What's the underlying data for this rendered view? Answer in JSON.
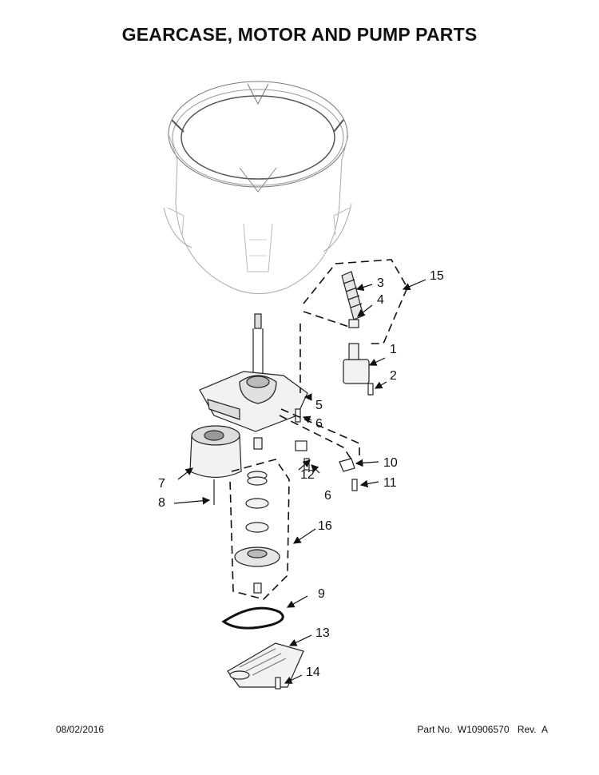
{
  "title": "GEARCASE, MOTOR AND PUMP PARTS",
  "callouts": [
    {
      "id": "1",
      "label": "1"
    },
    {
      "id": "2",
      "label": "2"
    },
    {
      "id": "3",
      "label": "3"
    },
    {
      "id": "4",
      "label": "4"
    },
    {
      "id": "5",
      "label": "5"
    },
    {
      "id": "6a",
      "label": "6"
    },
    {
      "id": "6b",
      "label": "6"
    },
    {
      "id": "7",
      "label": "7"
    },
    {
      "id": "8",
      "label": "8"
    },
    {
      "id": "9",
      "label": "9"
    },
    {
      "id": "10",
      "label": "10"
    },
    {
      "id": "11",
      "label": "11"
    },
    {
      "id": "12",
      "label": "12"
    },
    {
      "id": "13",
      "label": "13"
    },
    {
      "id": "14",
      "label": "14"
    },
    {
      "id": "15",
      "label": "15"
    },
    {
      "id": "16",
      "label": "16"
    }
  ],
  "footer": {
    "date": "08/02/2016",
    "part_no_label": "Part No.",
    "part_no": "W10906570",
    "rev_label": "Rev.",
    "rev": "A"
  }
}
